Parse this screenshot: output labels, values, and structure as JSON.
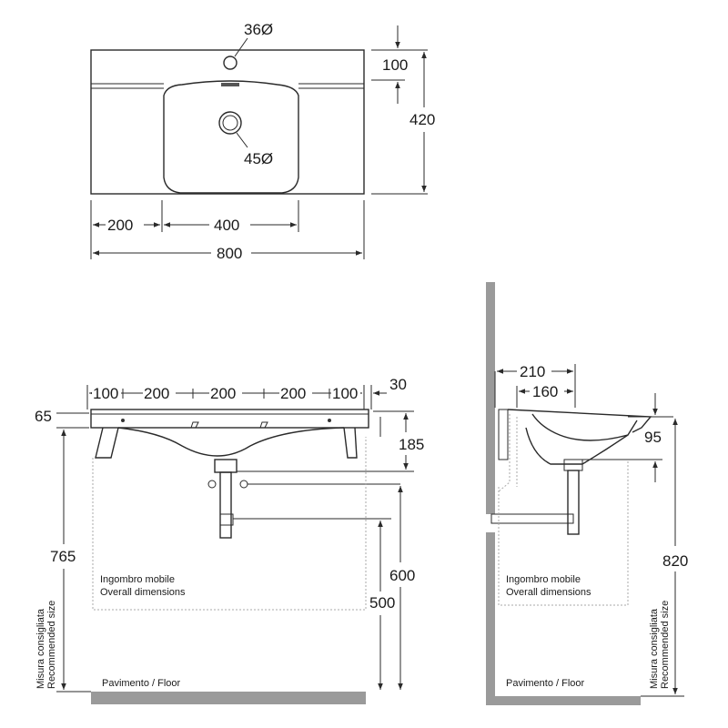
{
  "top_view": {
    "tap_hole": "36Ø",
    "drain_hole": "45Ø",
    "back_depth": "100",
    "total_depth": "420",
    "left_offset": "200",
    "bowl_width": "400",
    "total_width": "800"
  },
  "front_view": {
    "spacings": [
      "100",
      "200",
      "200",
      "200",
      "100"
    ],
    "side_overhang": "30",
    "rim_thickness": "65",
    "bowl_height": "185",
    "waste_height": "600",
    "trap_height": "500",
    "basin_height": "765",
    "furniture_label": [
      "Ingombro mobile",
      "Overall dimensions"
    ],
    "recommended_label": [
      "Misura consigliata",
      "Recommended size"
    ],
    "floor_label": "Pavimento / Floor"
  },
  "side_view": {
    "depth_outer": "210",
    "depth_inner": "160",
    "bowl_depth": "95",
    "total_height": "820",
    "furniture_label": [
      "Ingombro mobile",
      "Overall dimensions"
    ],
    "recommended_label": [
      "Misura consigliata",
      "Recommended size"
    ],
    "floor_label": "Pavimento / Floor"
  },
  "colors": {
    "line": "#2a2a2a",
    "wall": "#9a9a9a",
    "dashed": "#aaaaaa"
  }
}
